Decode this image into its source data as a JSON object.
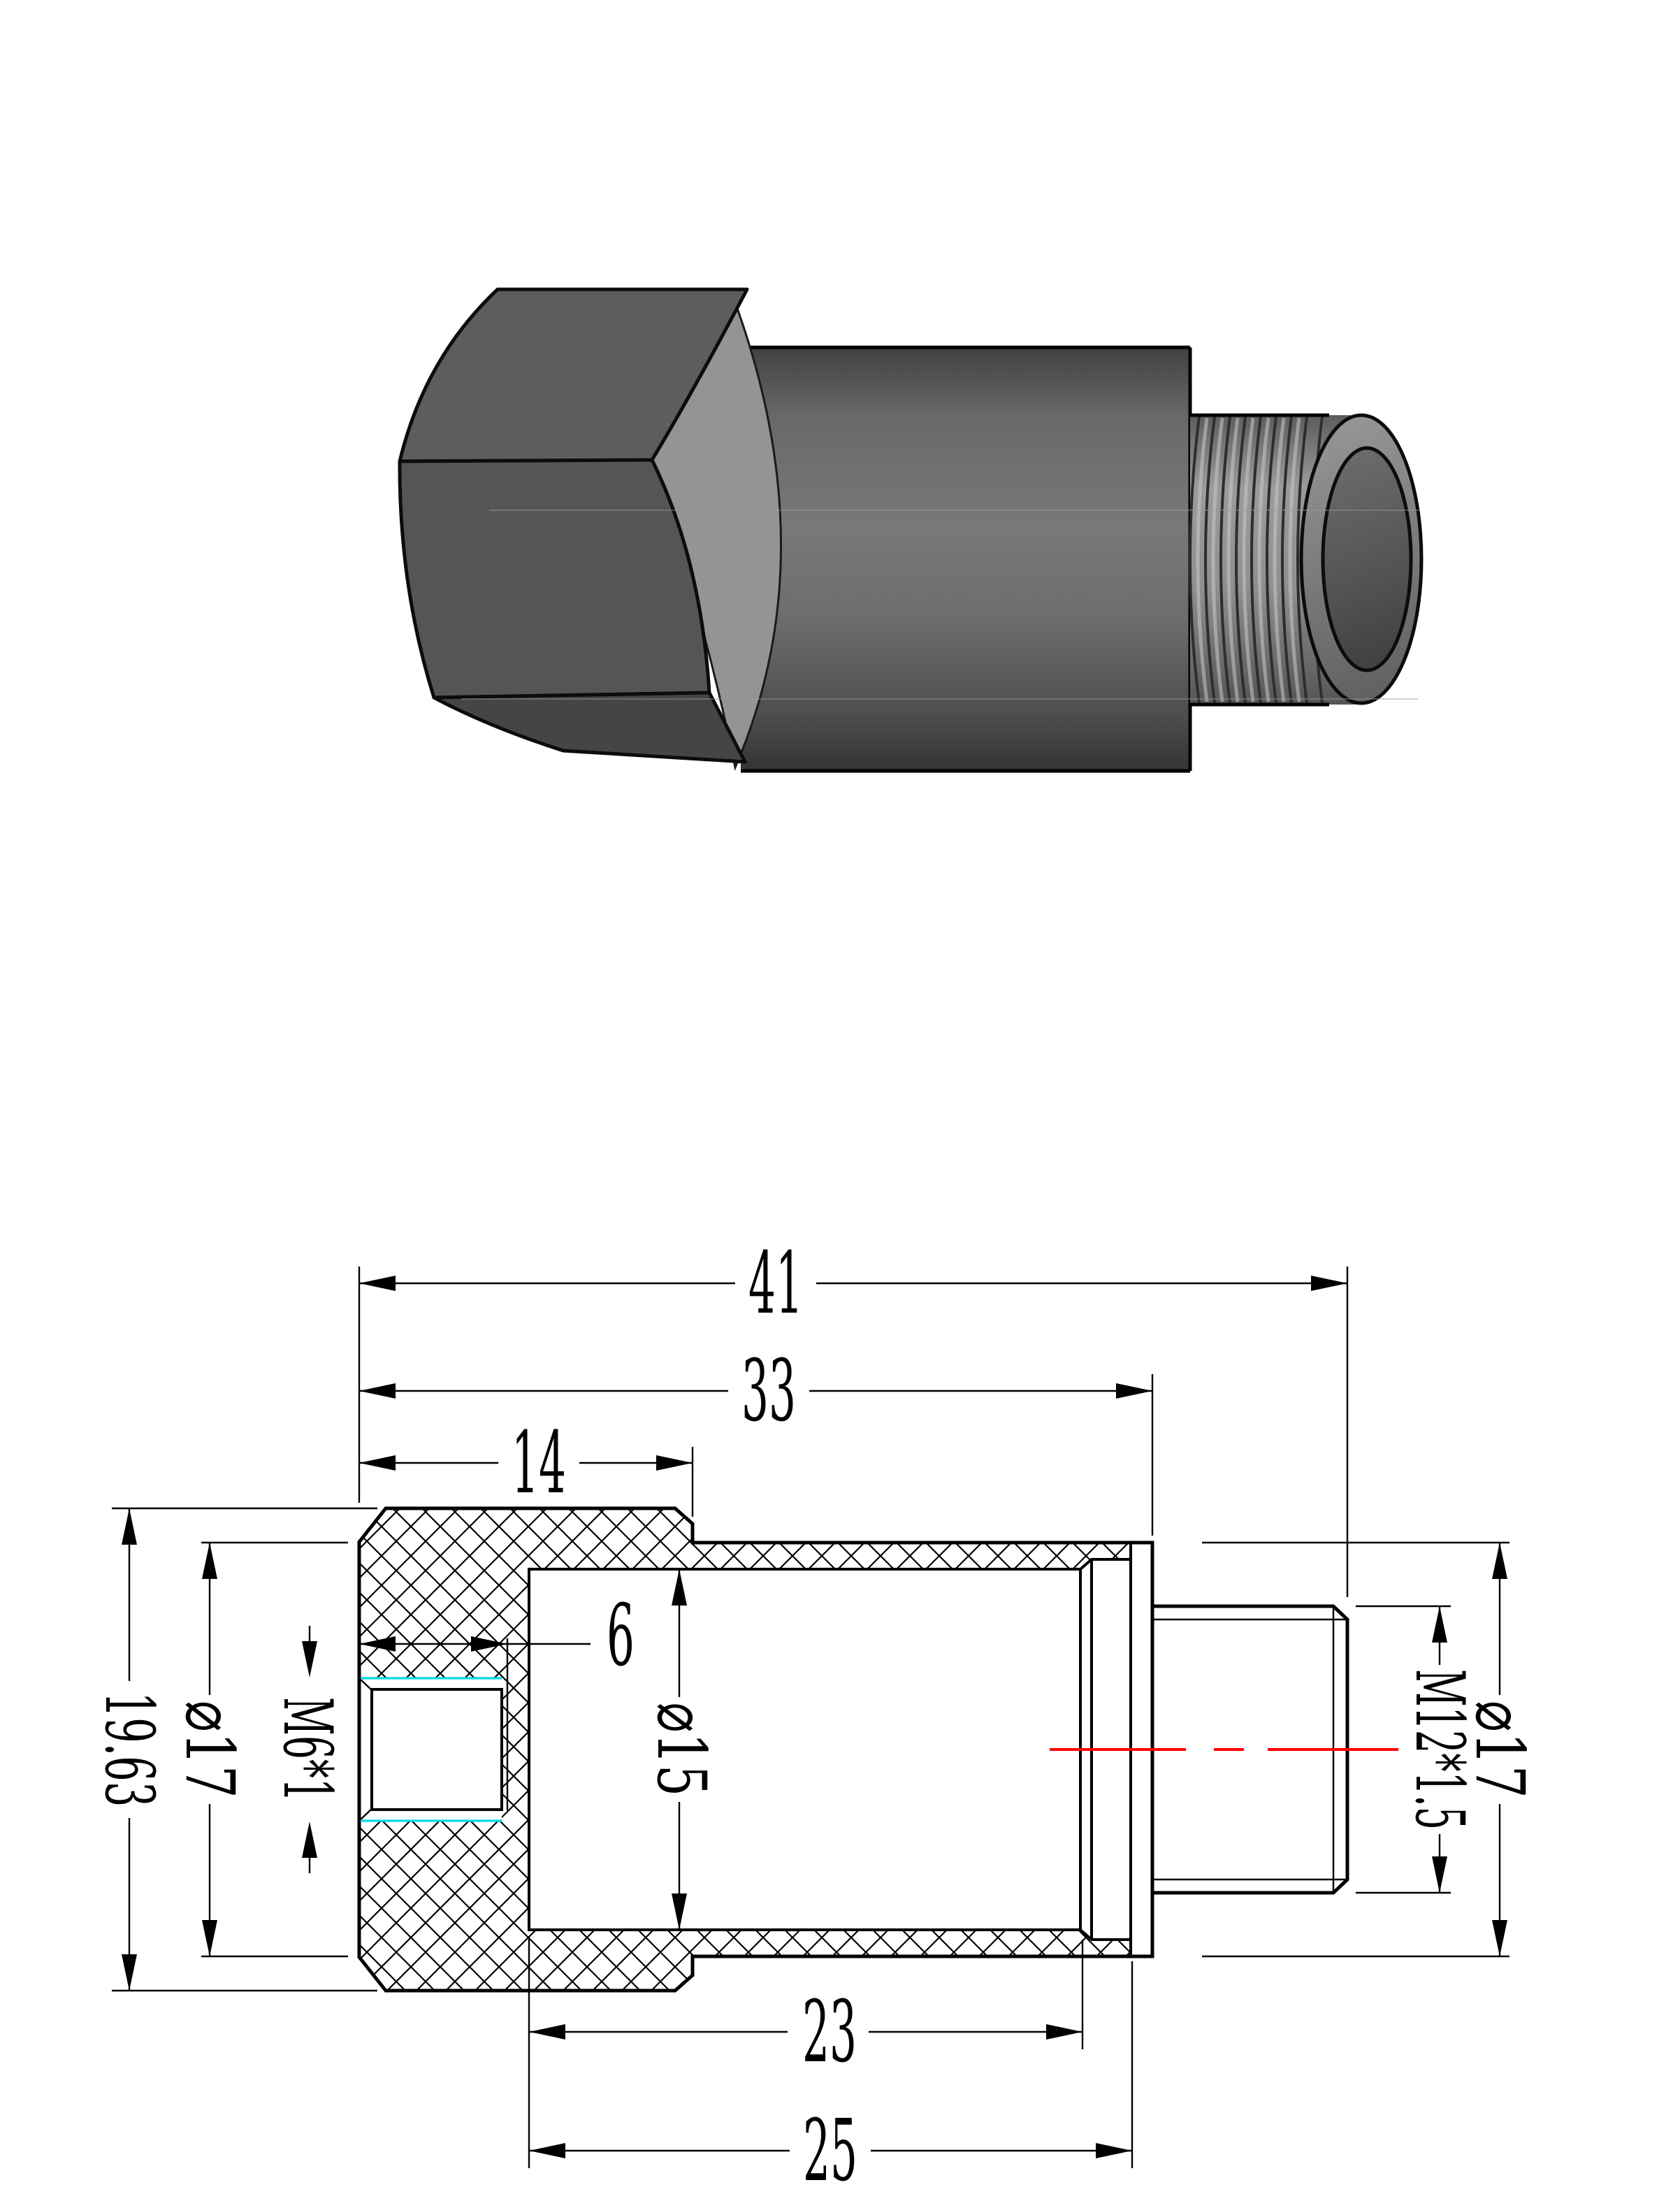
{
  "drawing": {
    "type": "mechanical-part-technical-drawing",
    "part": "hex adapter fitting with female M6 thread and male M12 threaded stub",
    "views": {
      "isometric_label": "isometric-render",
      "section_label": "sectioned-front-view"
    },
    "dims": {
      "total_length": "41",
      "body_length": "33",
      "hex_length": "14",
      "thread_depth": "6",
      "bore_depth": "23",
      "cavity_depth": "25",
      "across_corners": "19.63",
      "across_flats": "⌀17",
      "female_thread": "M6*1",
      "bore_diameter": "⌀15",
      "male_thread": "M12*1.5",
      "outer_diameter": "⌀17"
    },
    "colors": {
      "centerline": "#ff0000",
      "thread_crest": "#00dbe4",
      "line": "#000000",
      "metal_dark": "#4c4c4c",
      "metal_mid": "#5a5a5a",
      "metal_light": "#949494"
    }
  }
}
